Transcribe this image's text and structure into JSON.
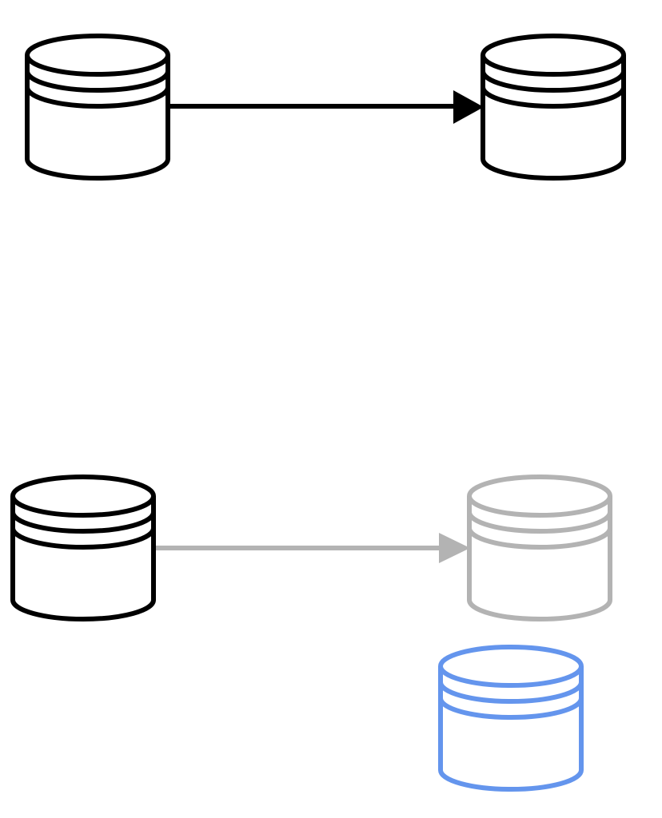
{
  "colors": {
    "background": "#ffffff",
    "primary_stroke": "#000000",
    "faded_stroke": "#b3b3b3",
    "highlight_stroke": "#6495ed"
  },
  "diagram": {
    "nodes": [
      {
        "id": "database-top-left",
        "icon": "database-icon",
        "style": "normal"
      },
      {
        "id": "database-top-right",
        "icon": "database-icon",
        "style": "normal"
      },
      {
        "id": "database-bottom-left",
        "icon": "database-icon",
        "style": "normal"
      },
      {
        "id": "database-bottom-right-ghost",
        "icon": "database-icon",
        "style": "faded"
      },
      {
        "id": "database-bottom-highlighted",
        "icon": "database-icon",
        "style": "highlighted"
      }
    ],
    "edges": [
      {
        "from": "database-top-left",
        "to": "database-top-right",
        "style": "normal"
      },
      {
        "from": "database-bottom-left",
        "to": "database-bottom-right-ghost",
        "style": "faded"
      }
    ]
  }
}
